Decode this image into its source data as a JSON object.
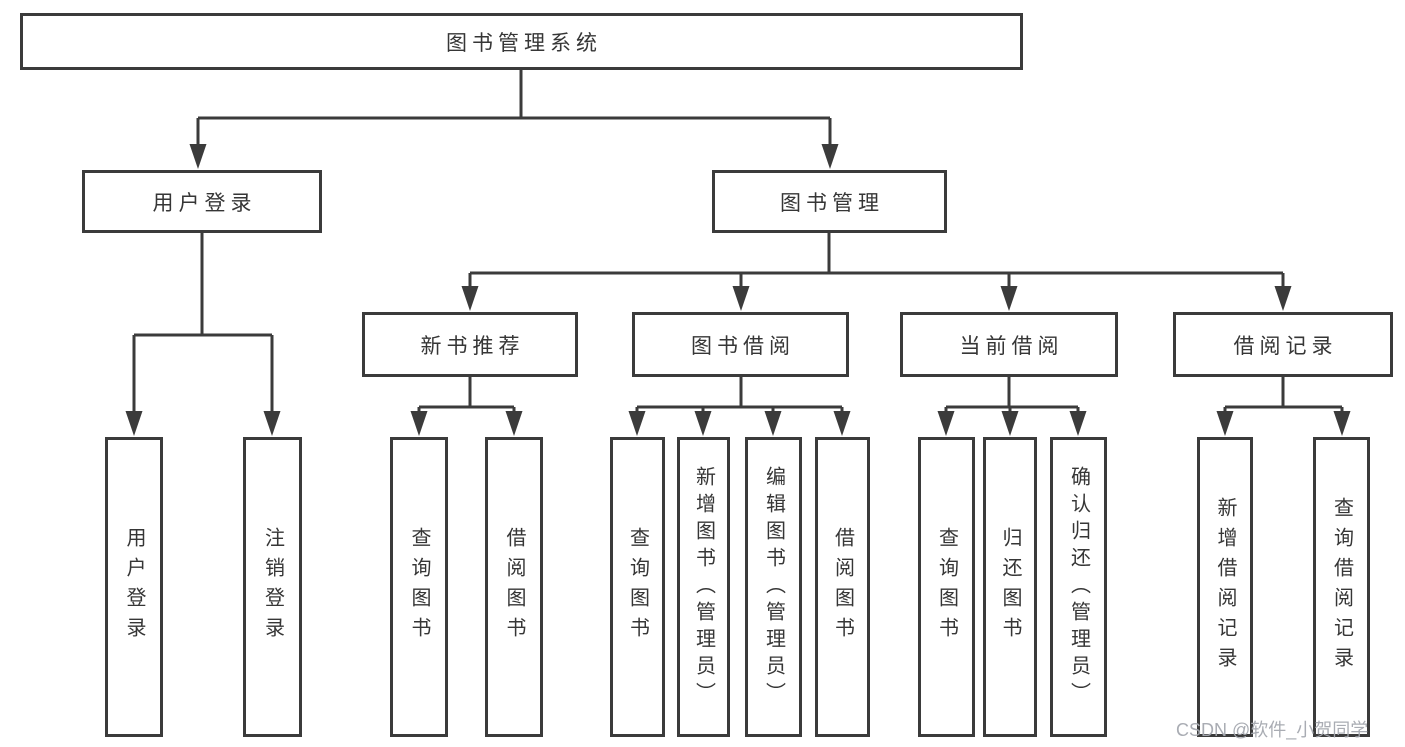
{
  "diagram": {
    "type": "tree",
    "root": {
      "label": "图书管理系统",
      "children": [
        {
          "label": "用户登录",
          "children": [
            {
              "label": "用户登录"
            },
            {
              "label": "注销登录"
            }
          ]
        },
        {
          "label": "图书管理",
          "children": [
            {
              "label": "新书推荐",
              "children": [
                {
                  "label": "查询图书"
                },
                {
                  "label": "借阅图书"
                }
              ]
            },
            {
              "label": "图书借阅",
              "children": [
                {
                  "label": "查询图书"
                },
                {
                  "label": "新增图书（管理员）"
                },
                {
                  "label": "编辑图书（管理员）"
                },
                {
                  "label": "借阅图书"
                }
              ]
            },
            {
              "label": "当前借阅",
              "children": [
                {
                  "label": "查询图书"
                },
                {
                  "label": "归还图书"
                },
                {
                  "label": "确认归还（管理员）"
                }
              ]
            },
            {
              "label": "借阅记录",
              "children": [
                {
                  "label": "新增借阅记录"
                },
                {
                  "label": "查询借阅记录"
                }
              ]
            }
          ]
        }
      ]
    }
  },
  "watermark": {
    "text": "CSDN @软件_小贺同学"
  },
  "colors": {
    "line": "#3b3b3b",
    "text": "#363636",
    "watermark": "#a4a8af",
    "background": "#ffffff"
  }
}
